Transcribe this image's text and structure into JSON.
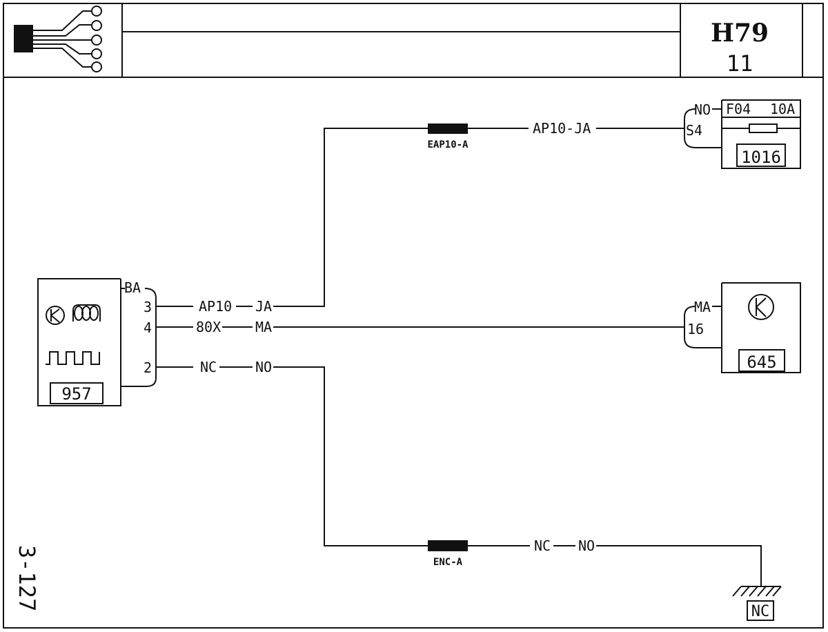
{
  "header": {
    "code": "H79",
    "sheet": "11"
  },
  "page_number": "3-127",
  "components": {
    "c957": {
      "id": "957",
      "connector": "BA",
      "pins": [
        "3",
        "4",
        "2"
      ]
    },
    "c1016": {
      "id": "1016",
      "connector": "NO",
      "fuse": "F04",
      "rating": "10A",
      "pin": "S4"
    },
    "c645": {
      "id": "645",
      "connector": "MA",
      "pin": "16"
    },
    "ground": {
      "id": "NC"
    }
  },
  "wires": {
    "w1": {
      "code": "AP10",
      "color": "JA",
      "line": "AP10-JA"
    },
    "w2": {
      "code": "80X",
      "color": "MA"
    },
    "w3": {
      "code": "NC",
      "color": "NO"
    },
    "w4": {
      "code": "NC",
      "color": "NO"
    }
  },
  "connectors": {
    "top": "EAP10-A",
    "bottom": "ENC-A"
  }
}
